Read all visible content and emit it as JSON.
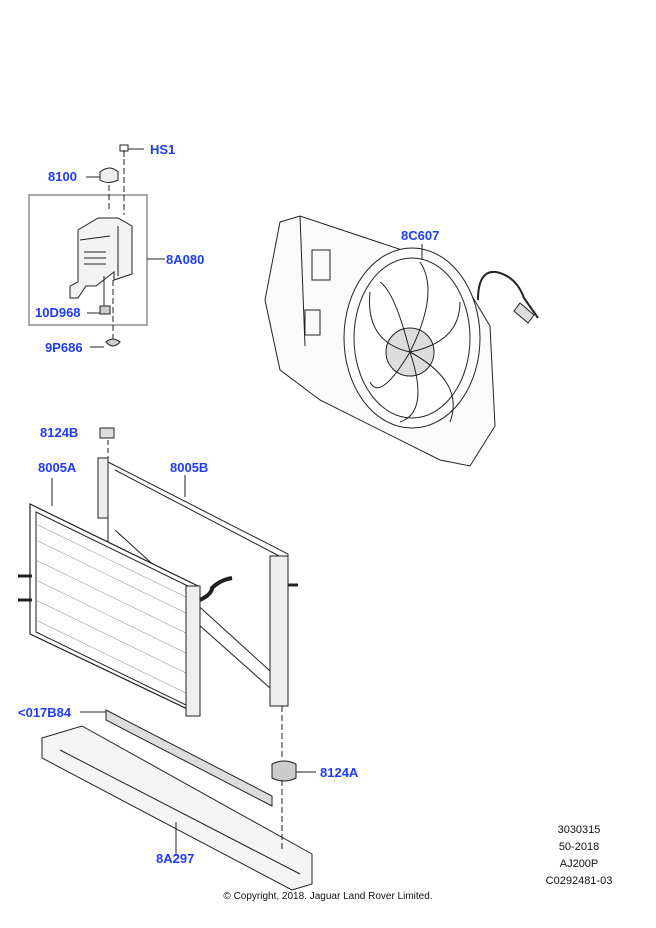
{
  "callouts": {
    "hs1": "HS1",
    "cap": "8100",
    "reservoir": "8A080",
    "sensor": "10D968",
    "clip": "9P686",
    "fan": "8C607",
    "mount_upper": "8124B",
    "condenser": "8005A",
    "radiator": "8005B",
    "seal": "<017B84",
    "mount_lower": "8124A",
    "support": "8A297"
  },
  "reference": [
    "3030315",
    "50-2018",
    "AJ200P",
    "C0292481-03"
  ],
  "copyright": "© Copyright, 2018. Jaguar Land Rover Limited.",
  "colors": {
    "callout": "#1f3cf2",
    "line": "#222222"
  }
}
